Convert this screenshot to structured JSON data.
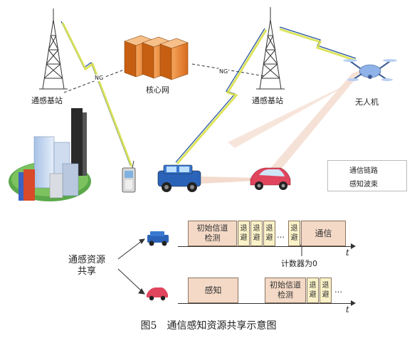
{
  "labels": {
    "base_station_left": "通感基站",
    "core_network": "核心网",
    "base_station_right": "通感基站",
    "uav": "无人机",
    "ng_left": "NG",
    "ng_right": "NG"
  },
  "legend": {
    "comm_link": "通信链路",
    "sensing_beam": "感知波束"
  },
  "timeline": {
    "resource_sharing_line1": "通感资源",
    "resource_sharing_line2": "共享",
    "axis_t": "t",
    "counter_zero": "计数器为0",
    "row1": {
      "initial_detect_line1": "初始信道",
      "initial_detect_line2": "检测",
      "backoff_line1": "退",
      "backoff_line2": "避",
      "ellipsis": "…",
      "comm": "通信"
    },
    "row2": {
      "sensing": "感知",
      "initial_detect_line1": "初始信道",
      "initial_detect_line2": "检测",
      "backoff_line1": "退",
      "backoff_line2": "避",
      "ellipsis": "…"
    }
  },
  "caption": "图5　通信感知资源共享示意图",
  "colors": {
    "comm_link": "#d8e04a",
    "sensing_beam": "#f2d7c8",
    "peach_block": "#f4d9c6",
    "yellow_block": "#fbf2c8"
  }
}
